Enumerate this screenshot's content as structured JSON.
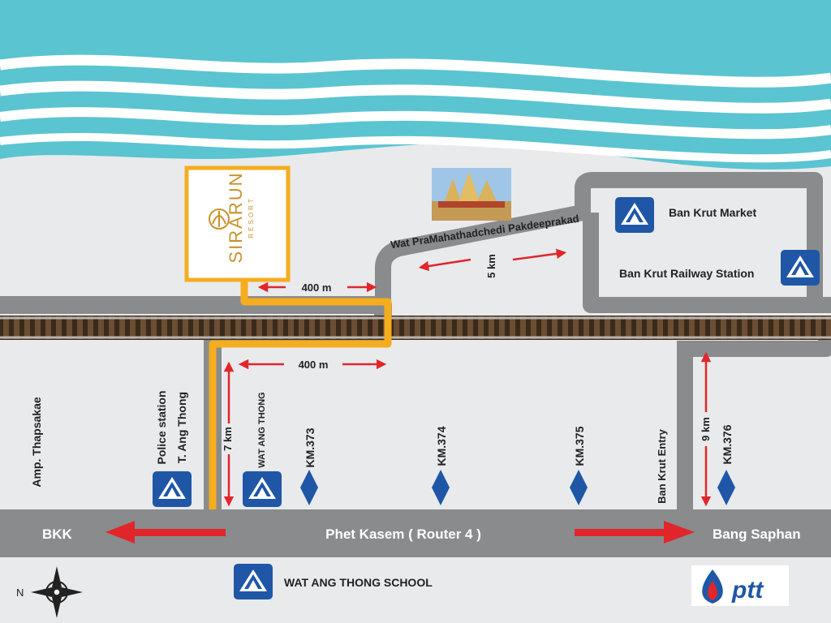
{
  "colors": {
    "sea": "#5bc4d1",
    "land": "#e9eaec",
    "road": "#8a8b8d",
    "route": "#f5ad1f",
    "arrow": "#e0262b",
    "marker_blue": "#1f57a6",
    "rail_wood": "#6b4e33"
  },
  "resort_logo": {
    "name": "SIRARUN",
    "sub": "RESORT"
  },
  "temple": {
    "label": "Wat PraMahathadchedi Pakdeeprakad"
  },
  "places": {
    "ban_krut_market": "Ban Krut Market",
    "ban_krut_railway": "Ban Krut Railway Station",
    "amp_thapsakae": "Amp. Thapsakae",
    "police_station": "Police station",
    "t_ang_thong": "T. Ang Thong",
    "wat_ang_thong": "WAT ANG THONG",
    "ban_krut_entry": "Ban Krut Entry",
    "school": "WAT ANG THONG SCHOOL"
  },
  "distances": {
    "top_400": "400 m",
    "bottom_400": "400 m",
    "five_km": "5 km",
    "seven_km": "7 km",
    "nine_km": "9 km"
  },
  "km_markers": [
    "KM.373",
    "KM.374",
    "KM.375",
    "KM.376"
  ],
  "main_road": {
    "name": "Phet Kasem ( Router 4 )",
    "west": "BKK",
    "east": "Bang Saphan"
  },
  "compass": {
    "north": "N"
  },
  "brand": {
    "ptt": "ptt"
  },
  "icons": {
    "marker": "tent-marker-icon",
    "km": "down-arrow-marker-icon",
    "compass": "compass-rose-icon",
    "brand": "ptt-logo-icon"
  }
}
